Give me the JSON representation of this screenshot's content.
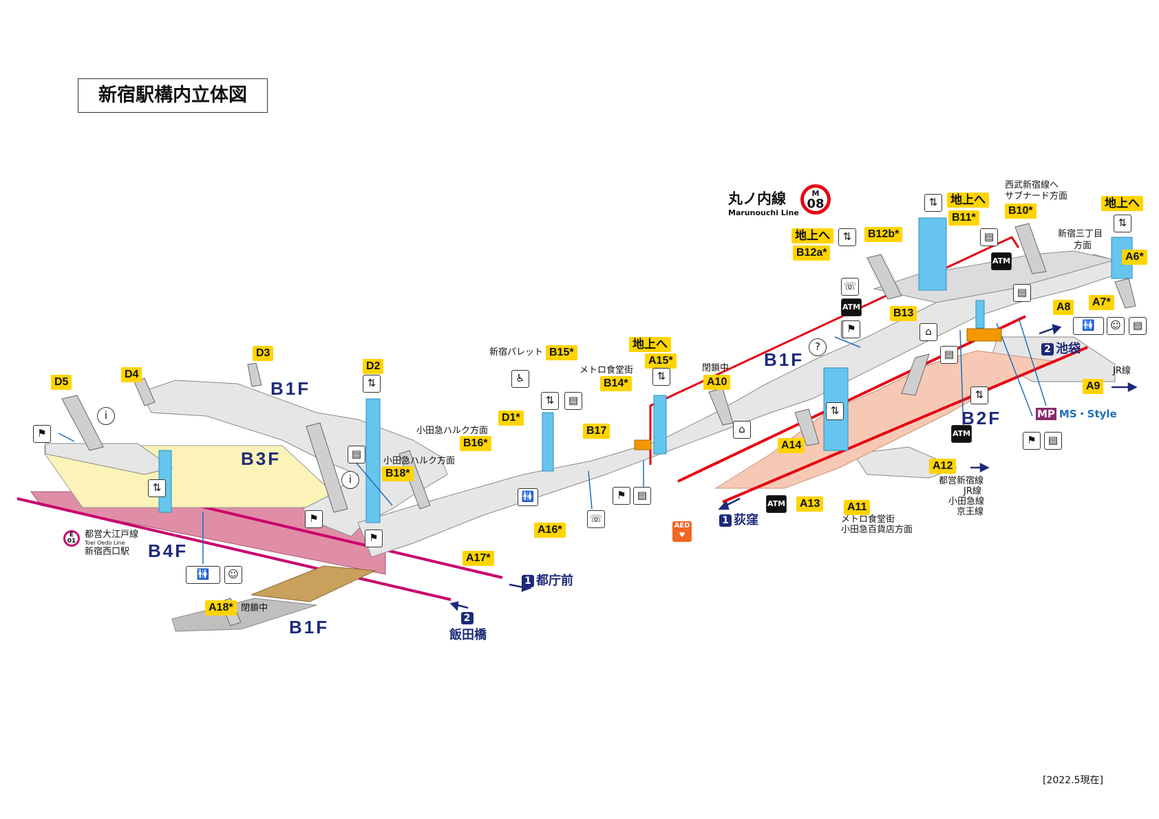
{
  "title": "新宿駅構内立体図",
  "date": "[2022.5現在]",
  "line": {
    "jp": "丸ノ内線",
    "en": "Marunouchi Line",
    "code_letter": "M",
    "code_num": "08",
    "color": "#e60012"
  },
  "oedo": {
    "jp": "都営大江戸線",
    "en": "Toei Oedo Line",
    "station": "新宿西口駅",
    "code_letter": "E",
    "code_num": "01",
    "color": "#c8006e"
  },
  "floors": {
    "b1f_left": "B1F",
    "b3f": "B3F",
    "b4f": "B4F",
    "b1f_bottom": "B1F",
    "b1f_right": "B1F",
    "b2f": "B2F"
  },
  "exits": {
    "d3": "D3",
    "d4": "D4",
    "d5": "D5",
    "d2": "D2",
    "d1": "D1*",
    "b15": "B15*",
    "b14": "B14*",
    "b16": "B16*",
    "b17": "B17",
    "b18": "B18*",
    "chijo_a15": "地上へ",
    "a15": "A15*",
    "a10": "A10",
    "chijo_b12a": "地上へ",
    "b12a": "B12a*",
    "b12b": "B12b*",
    "chijo_b11": "地上へ",
    "b11": "B11*",
    "b10": "B10*",
    "chijo_a6": "地上へ",
    "a6": "A6*",
    "a7": "A7*",
    "a8": "A8",
    "b13": "B13",
    "a9": "A9",
    "a12": "A12",
    "a14": "A14",
    "a13": "A13",
    "a11": "A11",
    "a16": "A16*",
    "a17": "A17*",
    "a18": "A18*"
  },
  "labels": {
    "shinjuku_palette": "新宿パレット",
    "metro_shokudo": "メトロ食堂街",
    "closed_a10": "閉鎖中",
    "odakyu_halc_1": "小田急ハルク方面",
    "odakyu_halc_2": "小田急ハルク方面",
    "seibu_1": "西武新宿線へ",
    "seibu_2": "サブナード方面",
    "sanchome_1": "新宿三丁目",
    "sanchome_2": "方面",
    "jr_line": "JR線",
    "lines_1": "都営新宿線",
    "lines_2": "JR線",
    "lines_3": "小田急線",
    "lines_4": "京王線",
    "a11_1": "メトロ食堂街",
    "a11_2": "小田急百貨店方面",
    "closed_a18": "閉鎖中"
  },
  "directions": {
    "ogikubo_num": "1",
    "ogikubo": "荻窪",
    "ikebukuro_num": "2",
    "ikebukuro": "池袋",
    "tochomae_num": "1",
    "tochomae": "都庁前",
    "iidabashi_num": "2",
    "iidabashi": "飯田橋"
  },
  "ms_style": {
    "mark": "MP",
    "text": "MS・Style"
  },
  "aed": "AED",
  "atm": "ATM",
  "icons": {
    "elevator": "elevator-icon",
    "toilet": "toilet-icon",
    "info": "info-icon",
    "phone": "phone-icon",
    "question": "question-icon",
    "shop": "shop-icon",
    "ticket_machine": "ticket-machine-icon",
    "station_office": "station-office-icon",
    "locker": "coin-locker-icon",
    "baby": "baby-care-icon",
    "wheelchair": "wheelchair-icon"
  },
  "colors": {
    "exit_tag": "#ffd400",
    "floor_label": "#1d2a7a",
    "concourse": "#e6e6e6",
    "platform_b3f": "#fbf3b8",
    "platform_b4f": "#e08ea6",
    "platform_b2f": "#f7c9b5",
    "elevator": "#66c5ee",
    "direction": "#1d2a7a",
    "b1f_bottom": "#c9a15c"
  }
}
